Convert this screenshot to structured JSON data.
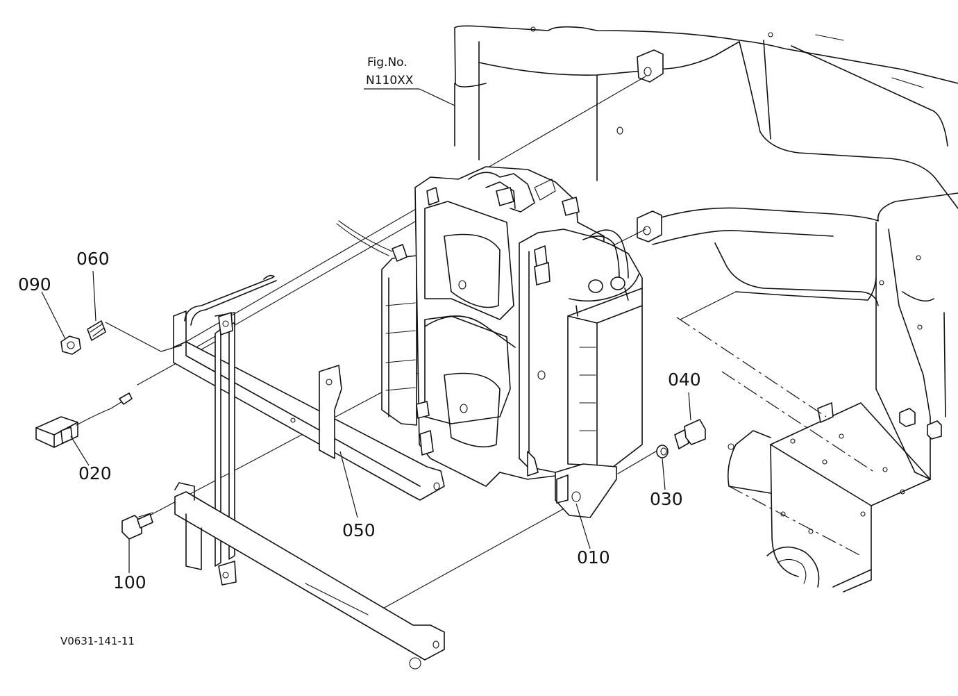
{
  "figure": {
    "fig_no_label": "Fig.No.",
    "fig_no_value": "N110XX",
    "drawing_code": "V0631-141-11"
  },
  "callouts": [
    {
      "id": "010",
      "label": "010"
    },
    {
      "id": "020",
      "label": "020"
    },
    {
      "id": "030",
      "label": "030"
    },
    {
      "id": "040",
      "label": "040"
    },
    {
      "id": "050",
      "label": "050"
    },
    {
      "id": "060",
      "label": "060"
    },
    {
      "id": "090",
      "label": "090"
    },
    {
      "id": "100",
      "label": "100"
    }
  ]
}
